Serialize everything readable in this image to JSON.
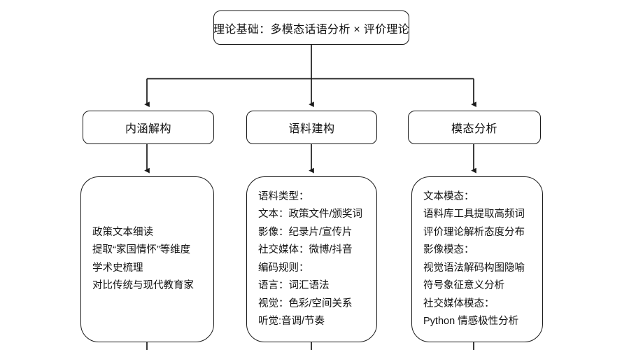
{
  "diagram": {
    "title_node": {
      "label": "理论基础：多模态话语分析 × 评价理论"
    },
    "branches": [
      {
        "label": "内涵解构",
        "detail_lines": [
          "政策文本细读",
          "提取“家国情怀”等维度",
          "学术史梳理",
          "对比传统与现代教育家"
        ]
      },
      {
        "label": "语料建构",
        "detail_lines": [
          "语料类型：",
          "文本：政策文件/颁奖词",
          "影像：纪录片/宣传片",
          "社交媒体：微博/抖音",
          "编码规则：",
          "语言：词汇语法",
          "视觉：色彩/空间关系",
          "听觉:音调/节奏"
        ]
      },
      {
        "label": "模态分析",
        "detail_lines": [
          "文本模态：",
          "语料库工具提取高频词",
          "评价理论解析态度分布",
          "影像模态：",
          "视觉语法解码构图隐喻",
          "符号象征意义分析",
          "社交媒体模态：",
          "Python 情感极性分析"
        ]
      }
    ],
    "style": {
      "stroke_color": "#1a1a1a",
      "node_fill": "#ffffff",
      "text_color": "#111111",
      "background": "#ffffff"
    }
  }
}
